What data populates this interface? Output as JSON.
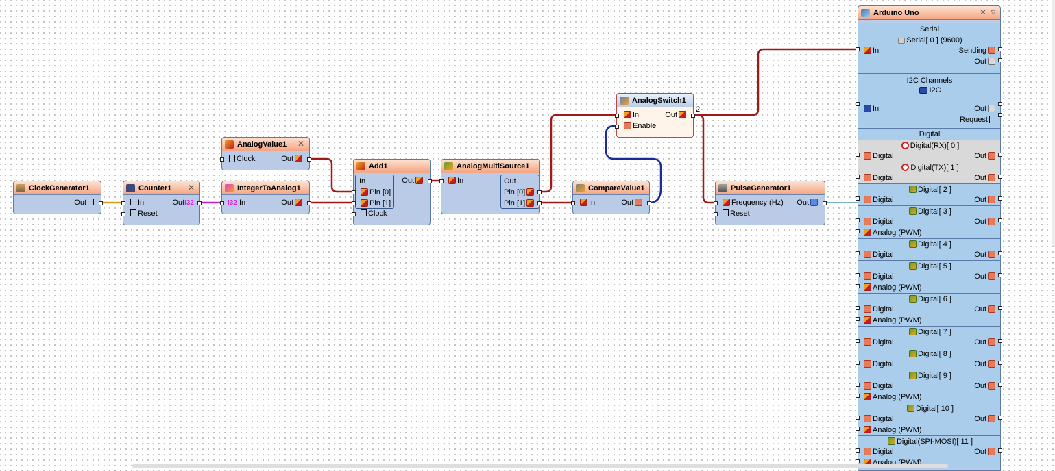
{
  "components": {
    "clock_generator": {
      "title": "ClockGenerator1",
      "pins": {
        "out": "Out"
      }
    },
    "counter": {
      "title": "Counter1",
      "pins": {
        "in": "In",
        "reset": "Reset",
        "out": "Out",
        "out_type": "I32"
      }
    },
    "analog_value": {
      "title": "AnalogValue1",
      "pins": {
        "clock": "Clock",
        "out": "Out"
      }
    },
    "integer_to_analog": {
      "title": "IntegerToAnalog1",
      "pins": {
        "in_type": "I32",
        "in": "In",
        "out": "Out"
      }
    },
    "add": {
      "title": "Add1",
      "pins": {
        "in": "In",
        "pin0": "Pin [0]",
        "pin1": "Pin [1]",
        "clock": "Clock",
        "out": "Out"
      }
    },
    "analog_multi_source": {
      "title": "AnalogMultiSource1",
      "pins": {
        "in": "In",
        "out": "Out",
        "pin0": "Pin [0]",
        "pin1": "Pin [1]"
      }
    },
    "compare_value": {
      "title": "CompareValue1",
      "pins": {
        "in": "In",
        "out": "Out"
      }
    },
    "analog_switch": {
      "title": "AnalogSwitch1",
      "pins": {
        "in": "In",
        "enable": "Enable",
        "out": "Out"
      },
      "connection_count": "2"
    },
    "pulse_generator": {
      "title": "PulseGenerator1",
      "pins": {
        "frequency": "Frequency (Hz)",
        "reset": "Reset",
        "out": "Out"
      }
    }
  },
  "arduino": {
    "title": "Arduino Uno",
    "serial": {
      "section": "Serial",
      "channel": "Serial[ 0 ] (9600)",
      "in": "In",
      "sending": "Sending",
      "out": "Out"
    },
    "i2c": {
      "section": "I2C Channels",
      "channel": "I2C",
      "in": "In",
      "out": "Out",
      "request": "Request"
    },
    "digital": {
      "section": "Digital",
      "channels": [
        {
          "name": "Digital(RX)[ 0 ]",
          "digital": "Digital",
          "out": "Out",
          "analog": ""
        },
        {
          "name": "Digital(TX)[ 1 ]",
          "digital": "Digital",
          "out": "Out",
          "analog": ""
        },
        {
          "name": "Digital[ 2 ]",
          "digital": "Digital",
          "out": "Out",
          "analog": ""
        },
        {
          "name": "Digital[ 3 ]",
          "digital": "Digital",
          "out": "Out",
          "analog": "Analog (PWM)"
        },
        {
          "name": "Digital[ 4 ]",
          "digital": "Digital",
          "out": "Out",
          "analog": ""
        },
        {
          "name": "Digital[ 5 ]",
          "digital": "Digital",
          "out": "Out",
          "analog": "Analog (PWM)"
        },
        {
          "name": "Digital[ 6 ]",
          "digital": "Digital",
          "out": "Out",
          "analog": "Analog (PWM)"
        },
        {
          "name": "Digital[ 7 ]",
          "digital": "Digital",
          "out": "Out",
          "analog": ""
        },
        {
          "name": "Digital[ 8 ]",
          "digital": "Digital",
          "out": "Out",
          "analog": ""
        },
        {
          "name": "Digital[ 9 ]",
          "digital": "Digital",
          "out": "Out",
          "analog": "Analog (PWM)"
        },
        {
          "name": "Digital[ 10 ]",
          "digital": "Digital",
          "out": "Out",
          "analog": "Analog (PWM)"
        },
        {
          "name": "Digital(SPI-MOSI)[ 11 ]",
          "digital": "Digital",
          "out": "Out",
          "analog": "Analog (PWM)"
        }
      ]
    }
  },
  "colors": {
    "analog_wire": "#a01818",
    "digital_wire": "#1a2a9a",
    "clock_wire": "#d89a20",
    "integer_wire": "#c020c0",
    "pulse_wire": "#4a9cb0",
    "header_gradient_end": "#f4a582",
    "body": "#b9cbe6"
  }
}
